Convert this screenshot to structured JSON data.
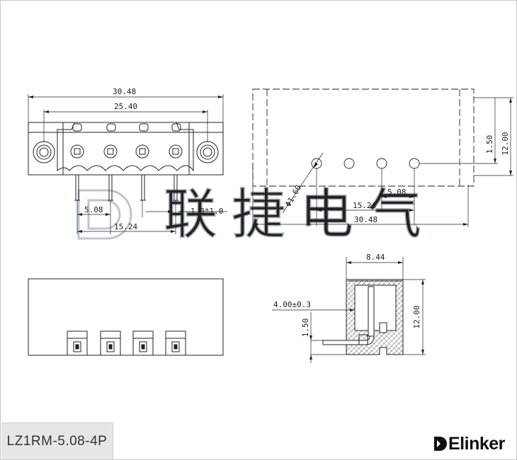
{
  "drawing": {
    "dimensions": {
      "front_total_width": "30.48",
      "front_outer_pitch": "25.40",
      "front_pitch": "5.08",
      "front_span": "15.24",
      "front_pin_size": "1.0*1.0",
      "side_height": "12.00",
      "side_offset": "1.50",
      "hole_diameter": "Φ1.60",
      "pcb_pitch": "5.08",
      "pcb_span": "15.24",
      "pcb_total": "30.48",
      "profile_width": "8.44",
      "profile_pin_length": "4.00±0.3",
      "profile_offset": "1.50",
      "profile_height": "12.00"
    },
    "watermark": "联捷电气",
    "colors": {
      "line": "#222222",
      "hatch": "#333333",
      "watermark": "#bfc4cc",
      "label_bg": "#e6e6e6"
    }
  },
  "footer": {
    "model": "LZ1RM-5.08-4P",
    "brand": "Elinker",
    "brand_icon": "elinker-logo-icon"
  }
}
